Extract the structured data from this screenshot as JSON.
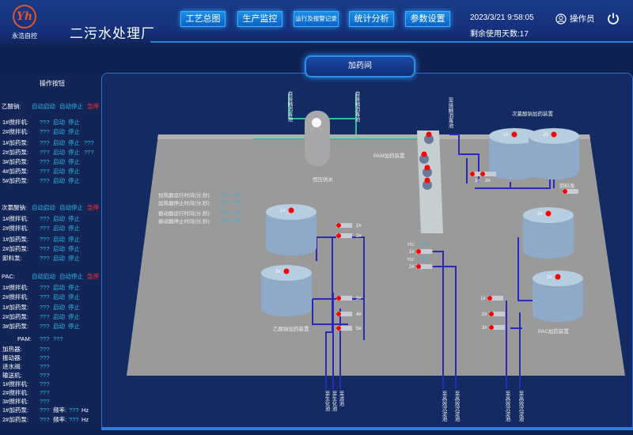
{
  "header": {
    "logo_text": "永浩自控",
    "logo_mark": "Yh",
    "title": "二污水处理厂",
    "nav": [
      "工艺总图",
      "生产监控",
      "运行及报警记录",
      "统计分析",
      "参数设置"
    ],
    "datetime": "2023/3/21  9:58:05",
    "remaining_days": "剩余使用天数:17",
    "user": "操作员",
    "icons": {
      "user": "user-circle-icon",
      "power": "power-icon"
    }
  },
  "room_title": "加药间",
  "panel": {
    "title": "操作按钮",
    "sections": [
      {
        "name": "乙酸钠:",
        "auto_start": "自动启动",
        "auto_stop": "自动停止",
        "estop": "急停",
        "rows": [
          {
            "label": "1#搅拌机:",
            "value": "???",
            "start": "启动",
            "stop": "停止"
          },
          {
            "label": "2#搅拌机:",
            "value": "???",
            "start": "启动",
            "stop": "停止"
          },
          {
            "label": "1#加药泵:",
            "value": "???",
            "start": "启动",
            "stop": "停止",
            "extra": "???"
          },
          {
            "label": "2#加药泵:",
            "value": "???",
            "start": "启动",
            "stop": "停止",
            "extra": "???"
          },
          {
            "label": "3#加药泵:",
            "value": "???",
            "start": "启动",
            "stop": "停止"
          },
          {
            "label": "4#加药泵:",
            "value": "???",
            "start": "启动",
            "stop": "停止"
          },
          {
            "label": "5#加药泵:",
            "value": "???",
            "start": "启动",
            "stop": "停止"
          }
        ]
      },
      {
        "name": "次氯酸钠:",
        "auto_start": "自动启动",
        "auto_stop": "自动停止",
        "estop": "急停",
        "rows": [
          {
            "label": "1#搅拌机:",
            "value": "???",
            "start": "启动",
            "stop": "停止"
          },
          {
            "label": "2#搅拌机:",
            "value": "???",
            "start": "启动",
            "stop": "停止"
          },
          {
            "label": "1#加药泵:",
            "value": "???",
            "start": "启动",
            "stop": "停止"
          },
          {
            "label": "2#加药泵:",
            "value": "???",
            "start": "启动",
            "stop": "停止"
          },
          {
            "label": "卸料泵:",
            "value": "???",
            "start": "启动",
            "stop": "停止"
          }
        ]
      },
      {
        "name": "PAC:",
        "auto_start": "自动启动",
        "auto_stop": "自动停止",
        "estop": "急停",
        "rows": [
          {
            "label": "1#搅拌机:",
            "value": "???",
            "start": "启动",
            "stop": "停止"
          },
          {
            "label": "2#搅拌机:",
            "value": "???",
            "start": "启动",
            "stop": "停止"
          },
          {
            "label": "1#加药泵:",
            "value": "???",
            "start": "启动",
            "stop": "停止"
          },
          {
            "label": "2#加药泵:",
            "value": "???",
            "start": "启动",
            "stop": "停止"
          },
          {
            "label": "3#加药泵:",
            "value": "???",
            "start": "启动",
            "stop": "停止"
          }
        ]
      }
    ],
    "pam": {
      "name": "PAM:",
      "value": "???",
      "value2": "???",
      "rows": [
        {
          "label": "加热器:",
          "value": "???"
        },
        {
          "label": "振动器:",
          "value": "???"
        },
        {
          "label": "进水阀:",
          "value": "???"
        },
        {
          "label": "输送机:",
          "value": "???"
        },
        {
          "label": "1#搅拌机:",
          "value": "???"
        },
        {
          "label": "2#搅拌机:",
          "value": "???"
        },
        {
          "label": "3#搅拌机:",
          "value": "???"
        },
        {
          "label": "1#加药泵:",
          "value": "???",
          "freq_label": "频率:",
          "freq": "???",
          "unit": "Hz"
        },
        {
          "label": "2#加药泵:",
          "value": "???",
          "freq_label": "频率:",
          "freq": "???",
          "unit": "Hz"
        }
      ]
    }
  },
  "diagram": {
    "timers": [
      {
        "label": "加热器运行时间(分,秒):",
        "a": "???",
        "b": "???"
      },
      {
        "label": "加热器停止时间(分,秒):",
        "a": "???",
        "b": "???"
      },
      {
        "label": "振动器运行时间(分,秒):",
        "a": "???",
        "b": "???"
      },
      {
        "label": "振动器停止时间(分,秒):",
        "a": "???",
        "b": "???"
      }
    ],
    "labels": {
      "from_disinfect1": "自接触消毒池",
      "from_disinfect2": "自接触消毒池",
      "to_disinfect": "至接触消毒池",
      "water_supply": "恒压供水",
      "pam_device": "PAM加药装置",
      "naclo_device": "次氯酸钠加药装置",
      "unload_pump": "卸料泵",
      "acetate_device": "乙酸钠加药装置",
      "pac_device": "PAC加药装置",
      "hz": "Hz:",
      "hz_value": "???"
    },
    "outlets": [
      "至生化池",
      "至生化池",
      "至滤池",
      "至高效沉淀池",
      "至高效沉淀池",
      "至高效沉淀池",
      "至高效沉淀池"
    ],
    "pump_labels": {
      "acetate": [
        "1#",
        "2#",
        "3#",
        "4#",
        "5#"
      ],
      "naclo": [
        "1#",
        "2#"
      ],
      "pac": [
        "1#",
        "2#",
        "3#"
      ],
      "pam": [
        "1#",
        "2#"
      ],
      "tanks": [
        "1#",
        "2#"
      ]
    },
    "colors": {
      "running": "#ff0000",
      "pipe": "#2a2ab8",
      "water_pipe": "#2fbf9a",
      "floor": "#9a9a9a"
    }
  }
}
